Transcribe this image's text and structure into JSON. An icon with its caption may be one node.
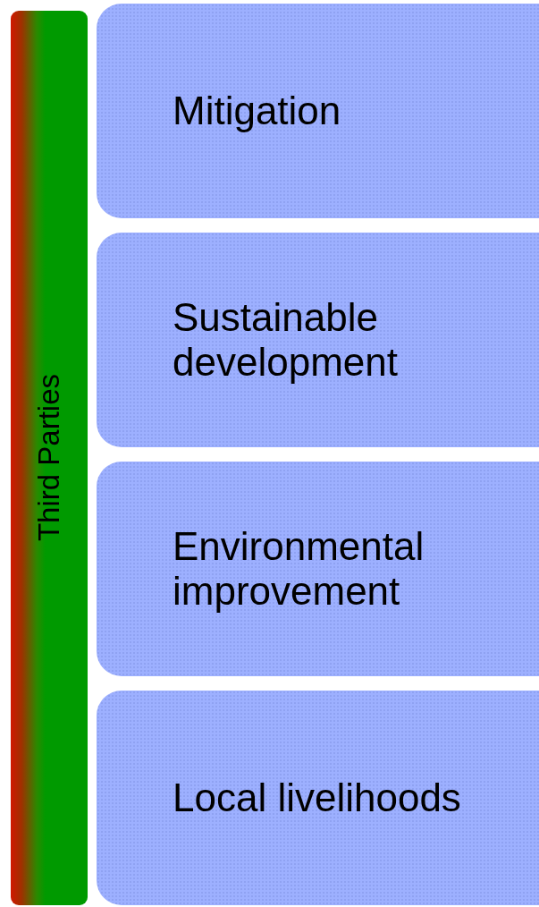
{
  "diagram": {
    "nodes": [
      {
        "text": [
          "Third Parties"
        ]
      },
      {
        "text": [
          "Mitigation"
        ]
      },
      {
        "text": [
          "Sustainable development"
        ]
      },
      {
        "text": [
          "Environmental improvement"
        ]
      },
      {
        "text": [
          "Local livelihoods"
        ]
      }
    ]
  }
}
